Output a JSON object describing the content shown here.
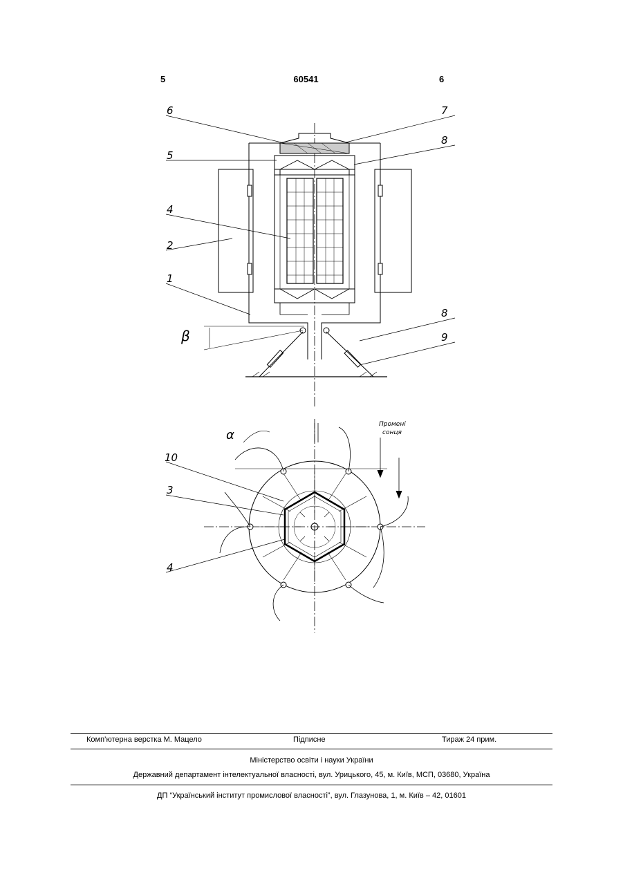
{
  "header": {
    "left": "5",
    "center": "60541",
    "right": "6"
  },
  "figure_labels": {
    "top": [
      "6",
      "7",
      "5",
      "8",
      "4",
      "2",
      "1",
      "8",
      "9"
    ],
    "angle_beta": "β",
    "angle_alpha": "α",
    "bottom": [
      "10",
      "3",
      "4"
    ],
    "sun_rays_line1": "Промені",
    "sun_rays_line2": "сонця"
  },
  "imprint": {
    "layout": "Комп’ютерна верстка М. Мацело",
    "signed": "Підписне",
    "circulation": "Тираж 24 прим.",
    "ministry": "Міністерство освіти і науки України",
    "department": "Державний департамент інтелектуальної власності, вул. Урицького, 45, м. Київ, МСП, 03680, Україна",
    "institute": "ДП “Український інститут промислової власності”, вул. Глазунова, 1, м. Київ – 42, 01601"
  }
}
